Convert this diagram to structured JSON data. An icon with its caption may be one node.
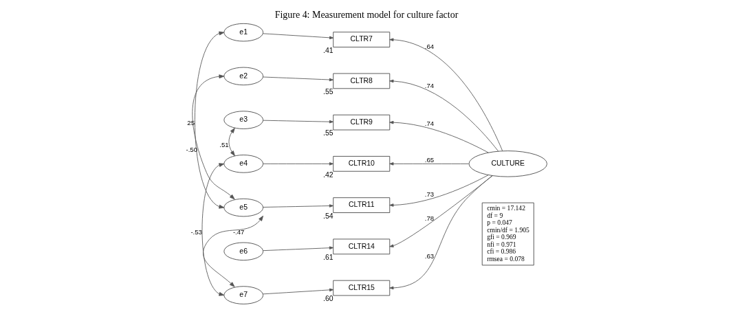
{
  "diagram": {
    "title": "Figure 4: Measurement model for culture factor",
    "nodes": [
      {
        "text": [
          "e1"
        ]
      },
      {
        "text": [
          "e2"
        ]
      },
      {
        "text": [
          "e3"
        ]
      },
      {
        "text": [
          "e4"
        ]
      },
      {
        "text": [
          "e5"
        ]
      },
      {
        "text": [
          "e6"
        ]
      },
      {
        "text": [
          "e7"
        ]
      },
      {
        "text": [
          "CLTR7"
        ],
        "beside": [
          ".41"
        ]
      },
      {
        "text": [
          "CLTR8"
        ],
        "beside": [
          ".55"
        ]
      },
      {
        "text": [
          "CLTR9"
        ],
        "beside": [
          ".55"
        ]
      },
      {
        "text": [
          "CLTR10"
        ],
        "beside": [
          ".42"
        ]
      },
      {
        "text": [
          "CLTR11"
        ],
        "beside": [
          ".54"
        ]
      },
      {
        "text": [
          "CLTR14"
        ],
        "beside": [
          ".61"
        ]
      },
      {
        "text": [
          "CLTR15"
        ],
        "beside": [
          ".60"
        ]
      },
      {
        "text": [
          "CULTURE"
        ]
      },
      {
        "text": [
          "cmin = 17.142",
          "df = 9",
          "p = 0.047",
          "cmin/df = 1.905",
          "gfi = 0.969",
          "nfi = 0.971",
          "cfi = 0.986",
          "rmsea = 0.078"
        ]
      }
    ],
    "edges": [
      {
        "from": 0,
        "to": 7,
        "arrow": "to"
      },
      {
        "from": 1,
        "to": 8,
        "arrow": "to"
      },
      {
        "from": 2,
        "to": 9,
        "arrow": "to"
      },
      {
        "from": 3,
        "to": 10,
        "arrow": "to"
      },
      {
        "from": 4,
        "to": 11,
        "arrow": "to"
      },
      {
        "from": 5,
        "to": 12,
        "arrow": "to"
      },
      {
        "from": 6,
        "to": 13,
        "arrow": "to"
      },
      {
        "from": 14,
        "to": 7,
        "arrow": "to",
        "label": ".64"
      },
      {
        "from": 14,
        "to": 8,
        "arrow": "to",
        "label": ".74"
      },
      {
        "from": 14,
        "to": 9,
        "arrow": "to",
        "label": ".74"
      },
      {
        "from": 14,
        "to": 10,
        "arrow": "to",
        "label": ".65"
      },
      {
        "from": 14,
        "to": 11,
        "arrow": "to",
        "label": ".73"
      },
      {
        "from": 14,
        "to": 12,
        "arrow": "to",
        "label": ".78"
      },
      {
        "from": 14,
        "to": 13,
        "arrow": "to",
        "label": ".63"
      },
      {
        "from": 0,
        "to": 4,
        "arrow": "both",
        "label": "25"
      },
      {
        "from": 1,
        "to": 4,
        "arrow": "both",
        "label": "-.50"
      },
      {
        "from": 2,
        "to": 3,
        "arrow": "both",
        "label": ".51"
      },
      {
        "from": 3,
        "to": 6,
        "arrow": "both",
        "label": "-.53"
      },
      {
        "from": 4,
        "to": 6,
        "arrow": "both",
        "label": "-.47"
      }
    ]
  }
}
